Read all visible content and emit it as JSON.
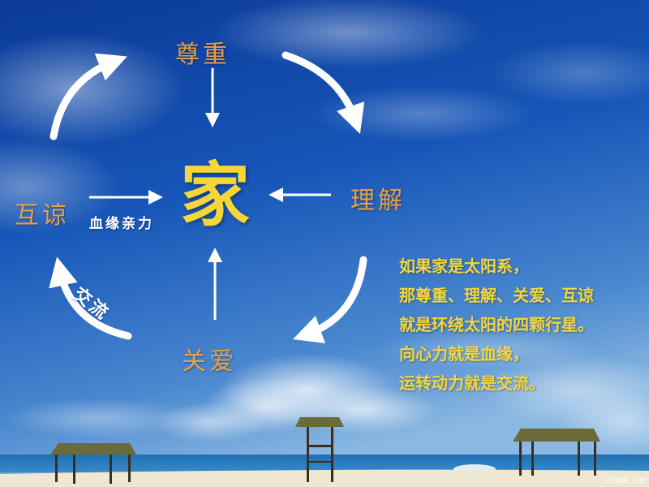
{
  "diagram": {
    "center": "家",
    "top": "尊重",
    "right": "理解",
    "bottom": "关爱",
    "left": "互谅",
    "left_arrow_label": "血缘亲力",
    "curve_label": "交流"
  },
  "poem": {
    "lines": [
      "如果家是太阳系，",
      "那尊重、理解、关爱、互谅",
      "就是环绕太阳的四颗行星。",
      "向心力就是血缘，",
      "运转动力就是交流。"
    ]
  },
  "watermark": "CERSP.COM",
  "colors": {
    "word": "#E8A045",
    "center": "#F5D63A",
    "poem": "#F5D63A",
    "arrow": "#ffffff",
    "sky_top": "#0C3C9C",
    "sky_bottom": "#6FA6DC",
    "sand": "#EEE8D2"
  }
}
